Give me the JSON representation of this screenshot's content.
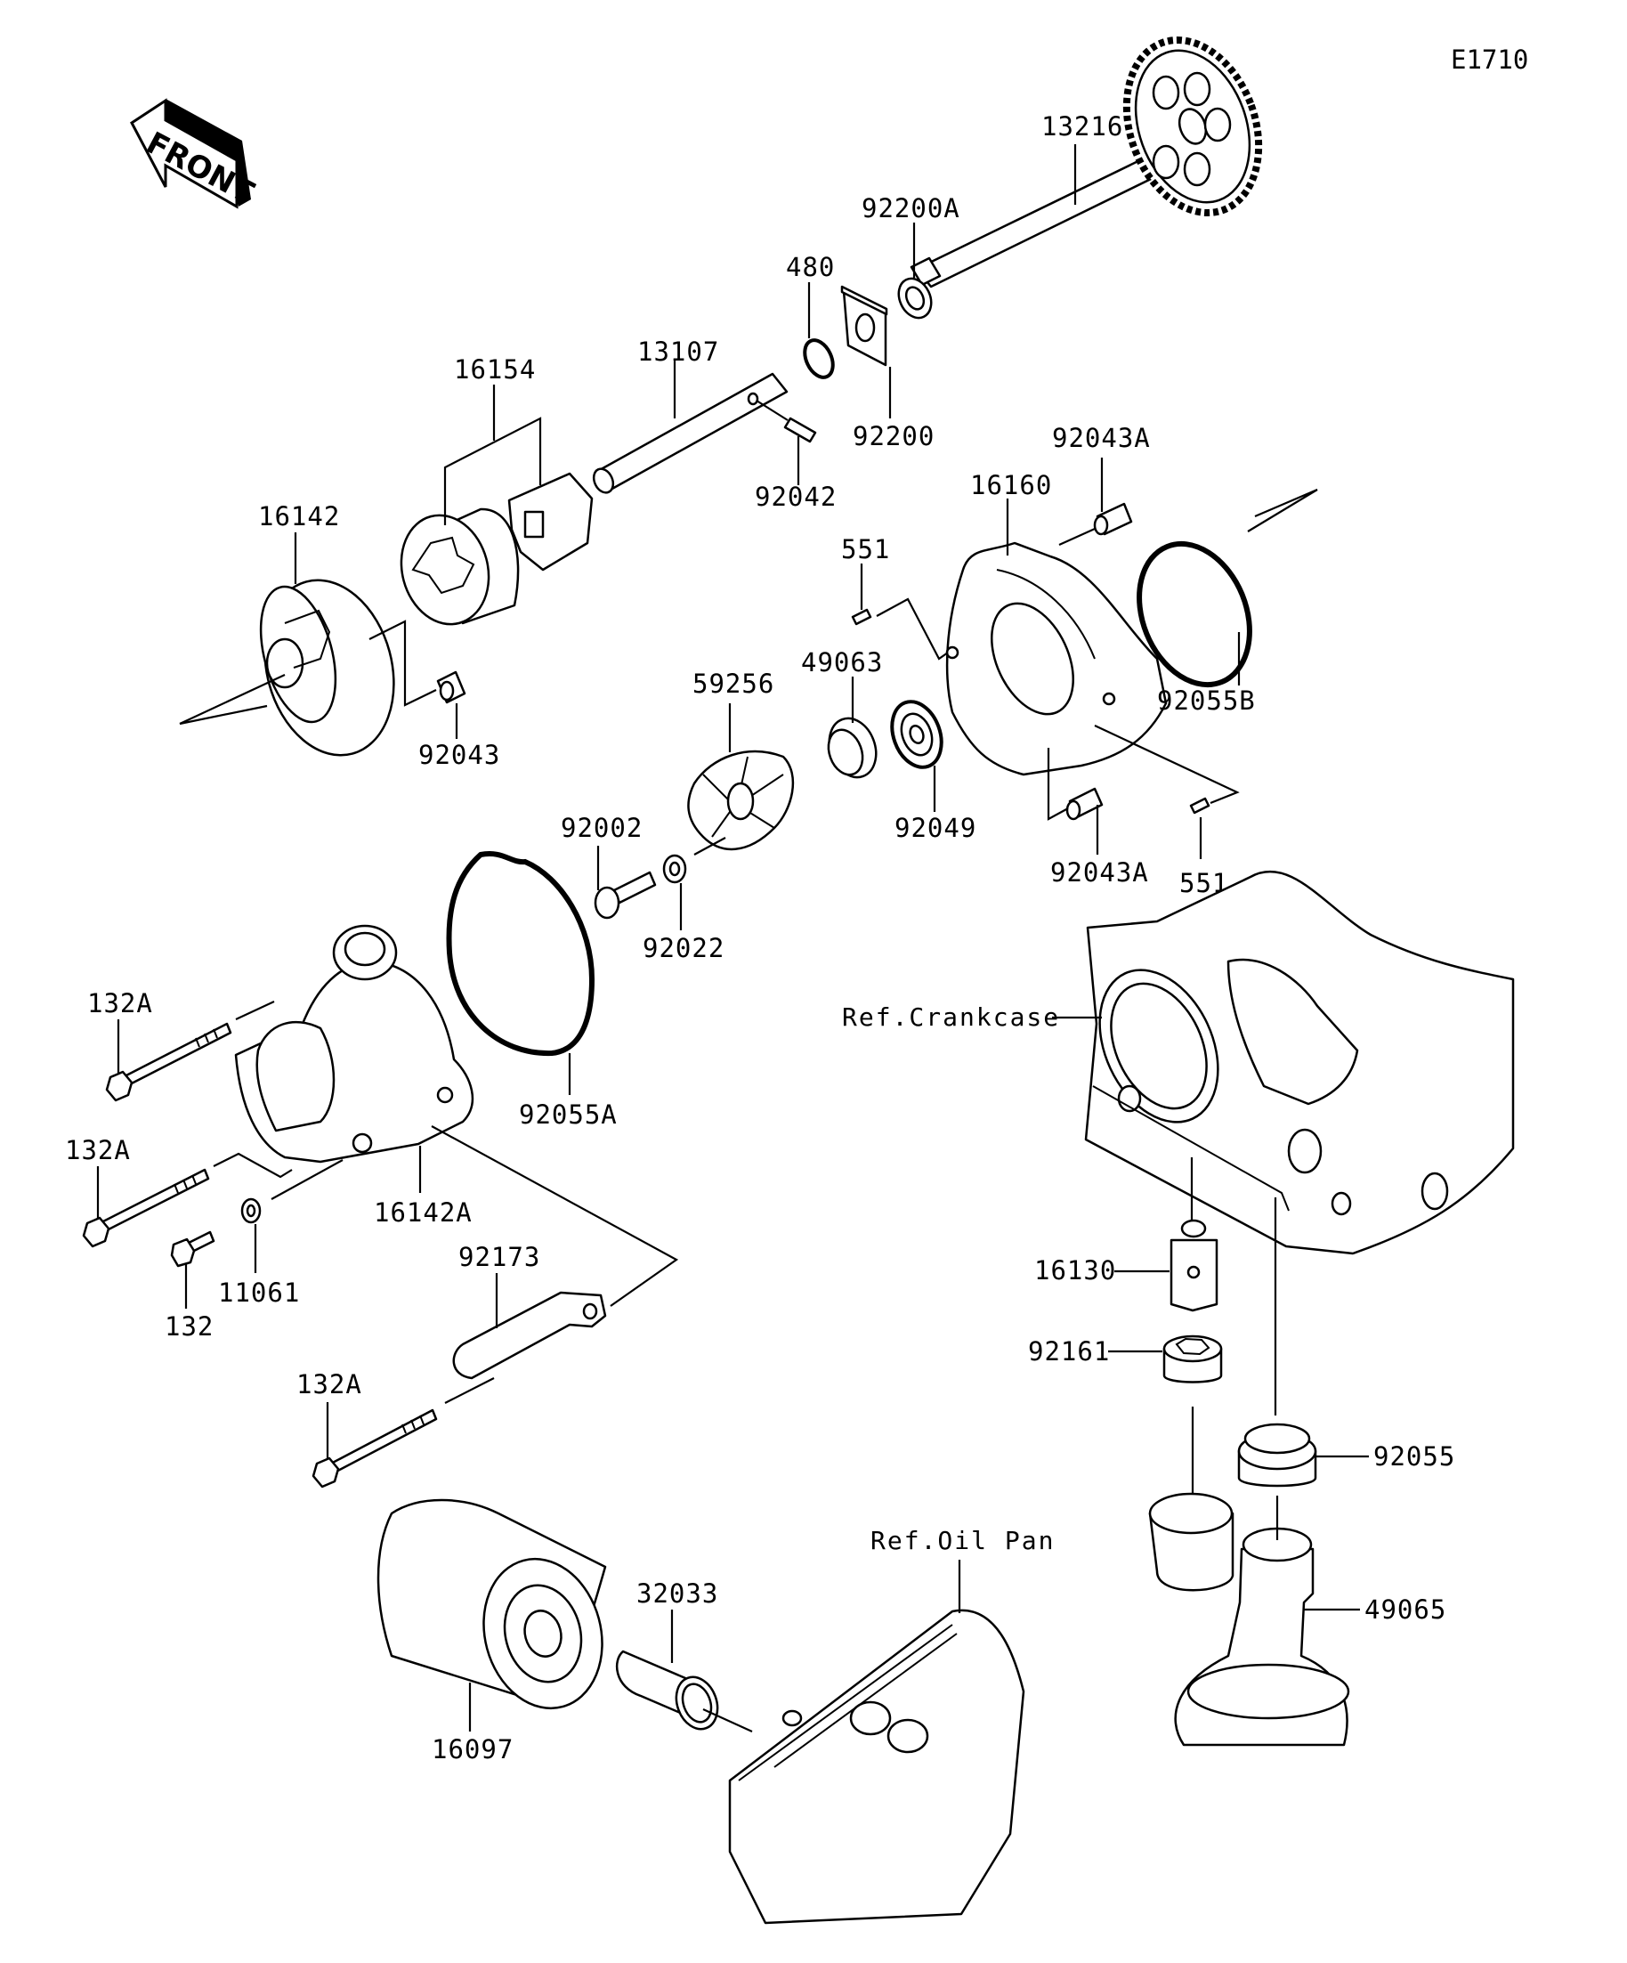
{
  "diagram": {
    "code": "E1710",
    "front_label": "FRONT",
    "references": {
      "crankcase": "Ref.Crankcase",
      "oil_pan": "Ref.Oil Pan"
    },
    "parts": {
      "gear_shaft": "13216",
      "washer_a": "92200A",
      "circlip": "480",
      "plate": "92200",
      "pump_shaft": "13107",
      "pin_shaft": "92042",
      "rotor_set": "16154",
      "pump_body": "16142",
      "dowel_body": "92043",
      "pump_cover": "16160",
      "dowel_top": "92043A",
      "dowel_bottom": "92043A",
      "pin_upper": "551",
      "pin_lower": "551",
      "oring_b": "92055B",
      "seal": "49063",
      "impeller": "59256",
      "bearing_seal": "92049",
      "impeller_bolt": "92002",
      "impeller_washer": "92022",
      "oring_a": "92055A",
      "bolt_upper": "132A",
      "bolt_middle": "132A",
      "bolt_lower": "132A",
      "bolt_short": "132",
      "washer_small": "11061",
      "water_cover": "16142A",
      "bracket": "92173",
      "fitting": "16130",
      "hex_plug": "92161",
      "oring_strainer": "92055",
      "strainer": "49065",
      "oil_filter": "16097",
      "pipe": "32033"
    }
  }
}
